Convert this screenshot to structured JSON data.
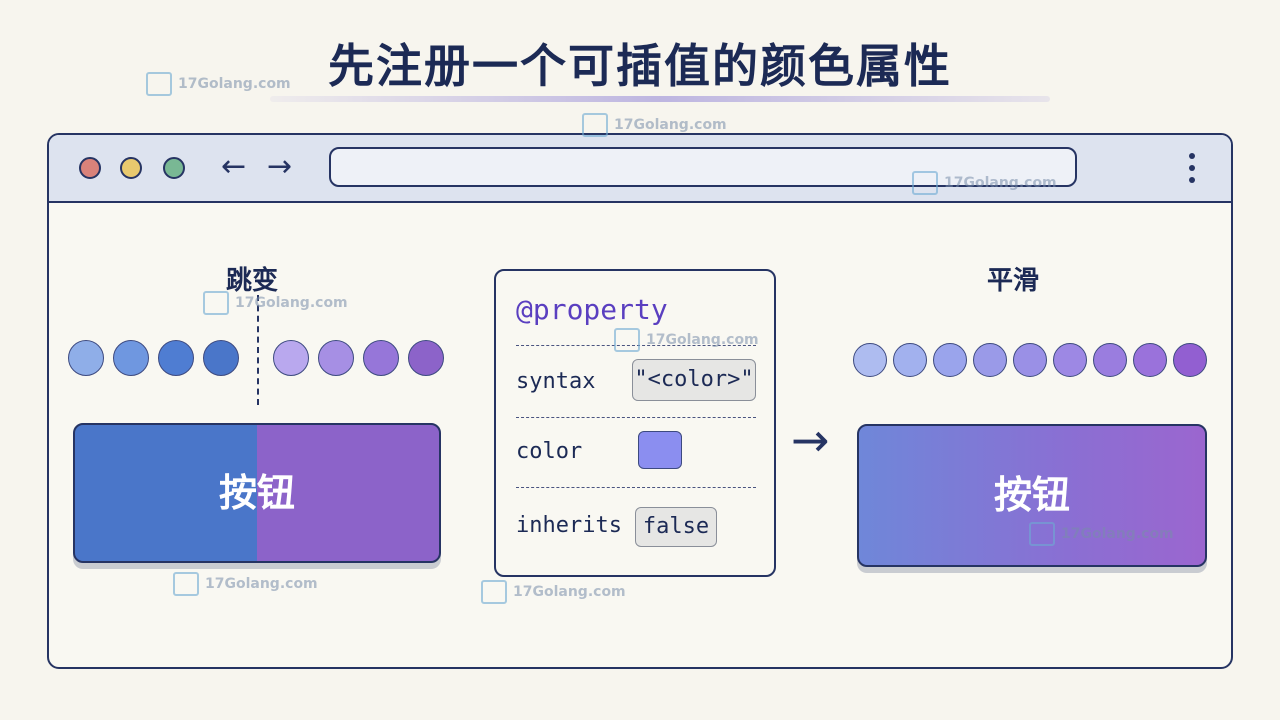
{
  "title": "先注册一个可插值的颜色属性",
  "watermark": "17Golang.com",
  "left_panel": {
    "label": "跳变",
    "circles_before": [
      "#8faee8",
      "#6f97e0",
      "#4f7dd2",
      "#4a76c9"
    ],
    "circles_after": [
      "#b9a8ee",
      "#a68fe4",
      "#9676d9",
      "#8c63c9"
    ],
    "button_label": "按钮",
    "button_colors": [
      "#4a76c9",
      "#8c63c9"
    ]
  },
  "property_card": {
    "title": "@property",
    "rows": [
      {
        "key": "syntax",
        "value": "\"<color>\""
      },
      {
        "key": "color",
        "swatch": "#8b8ef0"
      },
      {
        "key": "inherits",
        "value": "false"
      }
    ]
  },
  "right_panel": {
    "label": "平滑",
    "circles": [
      "#aebcf0",
      "#a2b1ee",
      "#9aa4ec",
      "#9a9ae8",
      "#9a90e6",
      "#9d88e4",
      "#9a7ddf",
      "#9a72db",
      "#925fd1"
    ],
    "button_label": "按钮"
  },
  "browser": {
    "traffic_lights": [
      "#d9827a",
      "#e8c96e",
      "#79b894"
    ],
    "back_icon": "arrow-left-icon",
    "forward_icon": "arrow-right-icon",
    "menu_icon": "kebab-menu-icon"
  },
  "flow_icon": "arrow-right-icon"
}
